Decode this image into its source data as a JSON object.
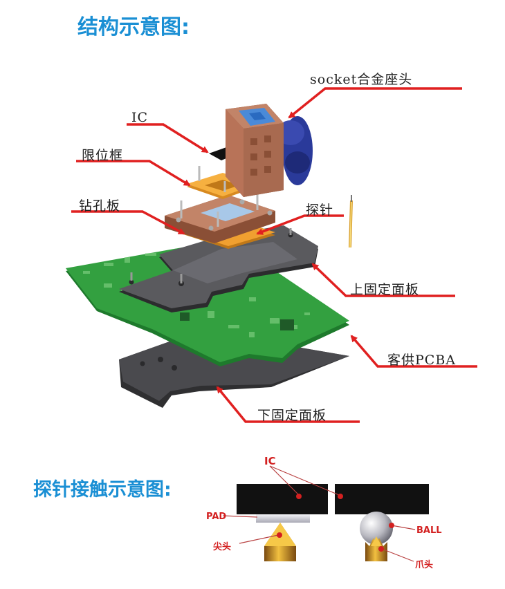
{
  "titles": {
    "structure": "结构示意图:",
    "contact": "探针接触示意图:"
  },
  "labels": {
    "socket": "socket合金座头",
    "ic": "IC",
    "limit_frame": "限位框",
    "drill_plate": "钻孔板",
    "probe": "探针",
    "upper_plate": "上固定面板",
    "pcba": "客供PCBA",
    "lower_plate": "下固定面板"
  },
  "contact_labels": {
    "ic": "IC",
    "pad": "PAD",
    "tip": "尖头",
    "ball": "BALL",
    "claw": "爪头"
  },
  "colors": {
    "title": "#1a8fd4",
    "arrow": "#e02020",
    "pcb": "#2e9a3a",
    "plate": "#3c3c3e",
    "socket": "#b87358",
    "drill_plate": "#f0a030",
    "knob": "#2a3a9a"
  }
}
